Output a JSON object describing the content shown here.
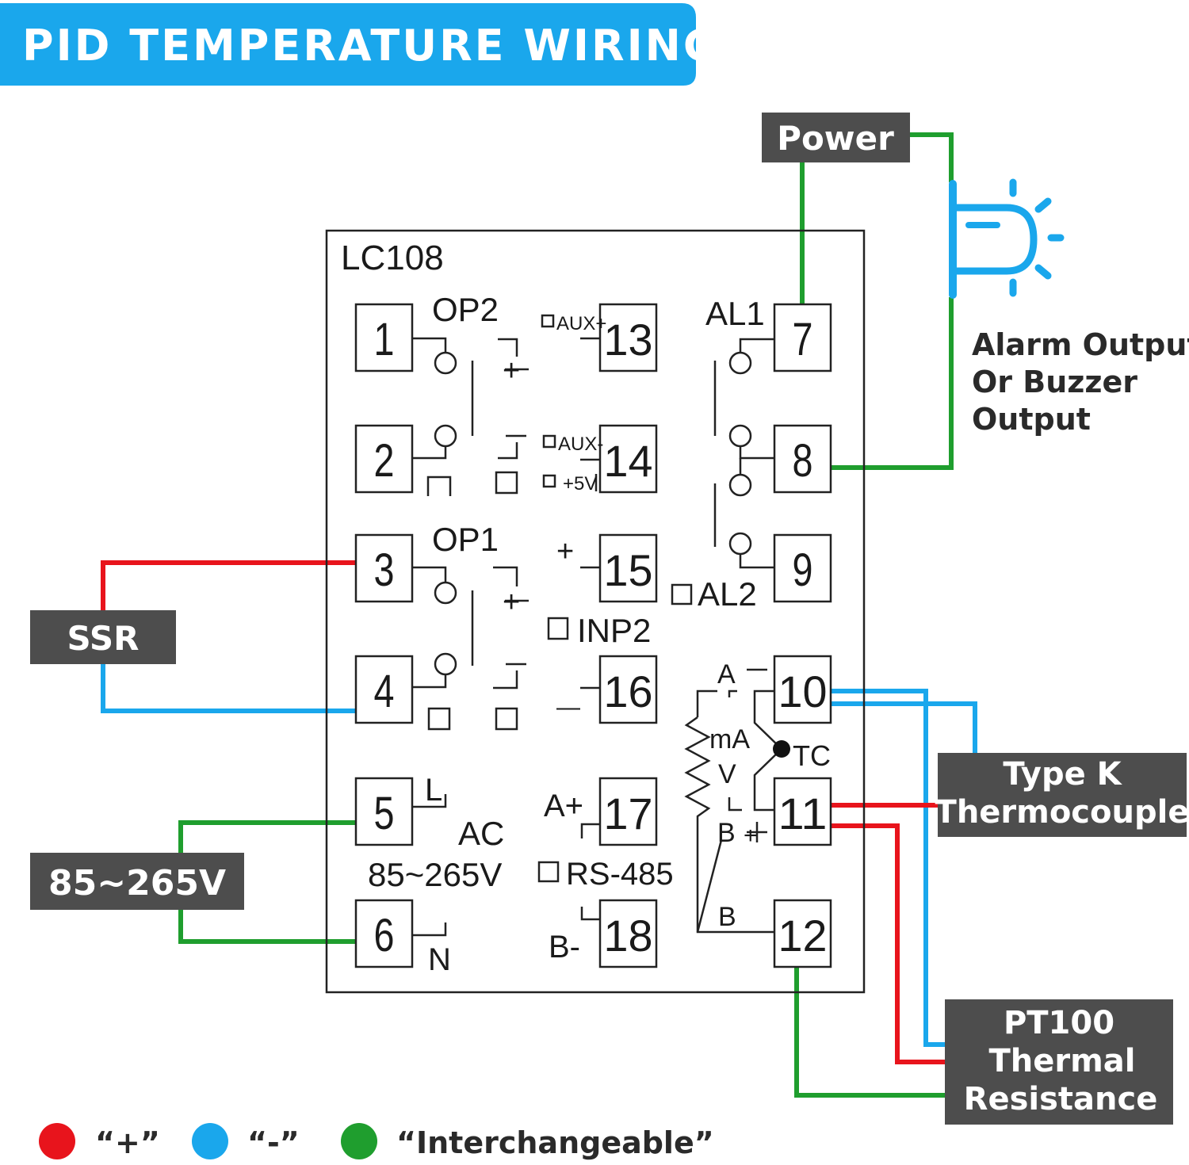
{
  "title": "PID TEMPERATURE WIRING",
  "model": "LC108",
  "colors": {
    "banner": "#1aa7ec",
    "red": "#e8141c",
    "blue": "#1aa7ec",
    "green": "#1f9e2e",
    "label_box": "#4d4d4d"
  },
  "terminals": [
    "1",
    "2",
    "3",
    "4",
    "5",
    "6",
    "7",
    "8",
    "9",
    "10",
    "11",
    "12",
    "13",
    "14",
    "15",
    "16",
    "17",
    "18"
  ],
  "device_labels": {
    "op2": "OP2",
    "op1": "OP1",
    "aux_plus": "AUX+",
    "aux_minus": "AUX-",
    "plus5v": "+5V",
    "al1": "AL1",
    "al2": "AL2",
    "inp2": "INP2",
    "l": "L",
    "ac": "AC",
    "voltage": "85~265V",
    "n": "N",
    "a_plus": "A+",
    "rs485": "RS-485",
    "b_minus": "B-",
    "a": "A",
    "ma": "mA",
    "v": "V",
    "b": "B",
    "b2": "B",
    "tc": "TC",
    "plus_13": "+",
    "plus_15": "+",
    "plus_3": "+",
    "plus_11": "+",
    "minus_16": "—",
    "minus_10": "—"
  },
  "external_labels": {
    "power": "Power",
    "ssr": "SSR",
    "supply": "85~265V",
    "thermocouple_line1": "Type K",
    "thermocouple_line2": "Thermocouple",
    "pt100_line1": "PT100",
    "pt100_line2": "Thermal",
    "pt100_line3": "Resistance",
    "alarm_line1": "Alarm Output",
    "alarm_line2": "Or Buzzer",
    "alarm_line3": "Output"
  },
  "legend": [
    {
      "color": "#e8141c",
      "label": "“+”"
    },
    {
      "color": "#1aa7ec",
      "label": "“-”"
    },
    {
      "color": "#1f9e2e",
      "label": "“Interchangeable”"
    }
  ],
  "icons": [
    "alarm-light-icon"
  ]
}
